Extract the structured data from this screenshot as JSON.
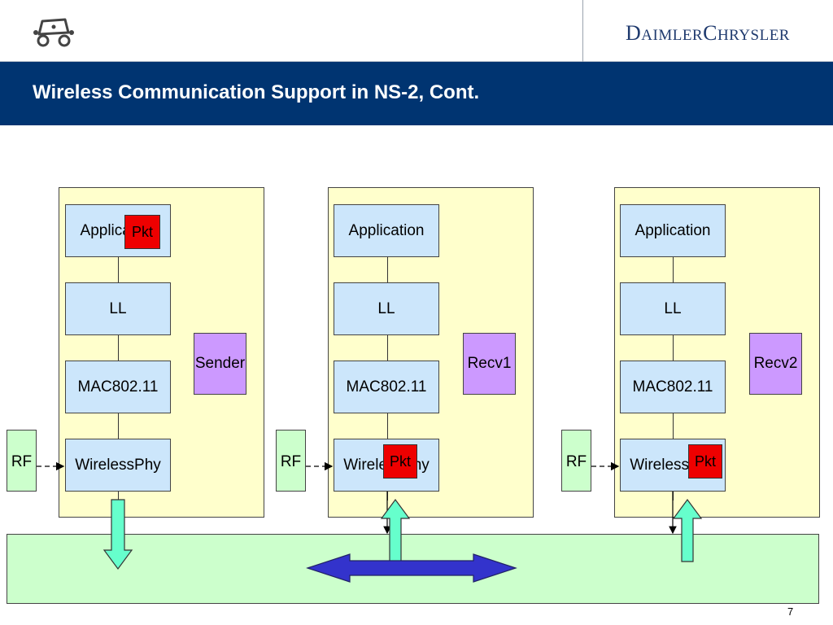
{
  "header": {
    "logo": "smart-car-logo-icon",
    "brand_name": "DaimlerChrysler",
    "brand_parts": [
      "D",
      "AIMLER",
      "C",
      "HRYSLER"
    ]
  },
  "title": "Wireless Communication Support in NS-2, Cont.",
  "nodes": [
    {
      "layers": [
        "Application",
        "LL",
        "MAC802.11",
        "WirelessPhy"
      ],
      "role": "Sender",
      "rf": "RF",
      "packet": "Pkt",
      "packet_at": "Application"
    },
    {
      "layers": [
        "Application",
        "LL",
        "MAC802.11",
        "WirelessPhy"
      ],
      "role": "Recv1",
      "rf": "RF",
      "packet": "Pkt",
      "packet_at": "WirelessPhy"
    },
    {
      "layers": [
        "Application",
        "LL",
        "MAC802.11",
        "WirelessPhy"
      ],
      "role": "Recv2",
      "rf": "RF",
      "packet": "Pkt",
      "packet_at": "WirelessPhy"
    }
  ],
  "colors": {
    "title_bar": "#003471",
    "node_bg": "#ffffcc",
    "layer_bg": "#cce6fb",
    "role_bg": "#cc99ff",
    "channel_bg": "#ccffcc",
    "packet": "#ee0000",
    "arrow_green": "#66ffcc",
    "broadcast_arrow": "#3333cc"
  },
  "page_number": "7"
}
